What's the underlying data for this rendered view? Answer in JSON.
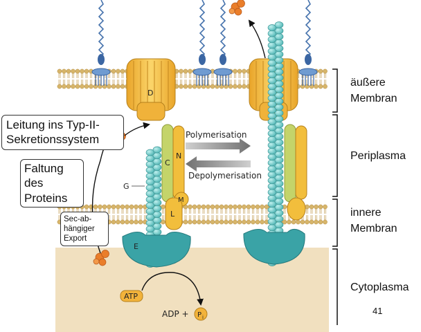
{
  "regions": {
    "outer_membrane": "äußere\nMembran",
    "periplasm": "Periplasma",
    "inner_membrane": "innere\nMembran",
    "cytoplasm": "Cytoplasma"
  },
  "process": {
    "polymerisation": "Polymerisation",
    "depolymerisation": "Depolymerisation"
  },
  "protein_labels": {
    "D": "D",
    "C": "C",
    "N": "N",
    "M": "M",
    "L": "L",
    "G": "G",
    "E": "E"
  },
  "energy": {
    "atp": "ATP",
    "adp": "ADP +",
    "pi": "P",
    "pi_sub": "i"
  },
  "callouts": {
    "secretion": "Leitung ins Typ-II-\nSekretionssystem",
    "folding": "Faltung des\nProteins",
    "export": "Sec-ab-\nhängiger\nExport"
  },
  "page_number": "41",
  "colors": {
    "lipid_head": "#d7b56a",
    "cytoplasm": "#f1e0bf",
    "secretin": "#f2be3c",
    "pilin": "#6cc8c6",
    "atpase": "#3aa3a6",
    "substrate": "#ea7e2a",
    "inner_proteins": "#c4d46a",
    "glycan": "#4673ad",
    "arrow_gray": "#8f8f8f"
  }
}
